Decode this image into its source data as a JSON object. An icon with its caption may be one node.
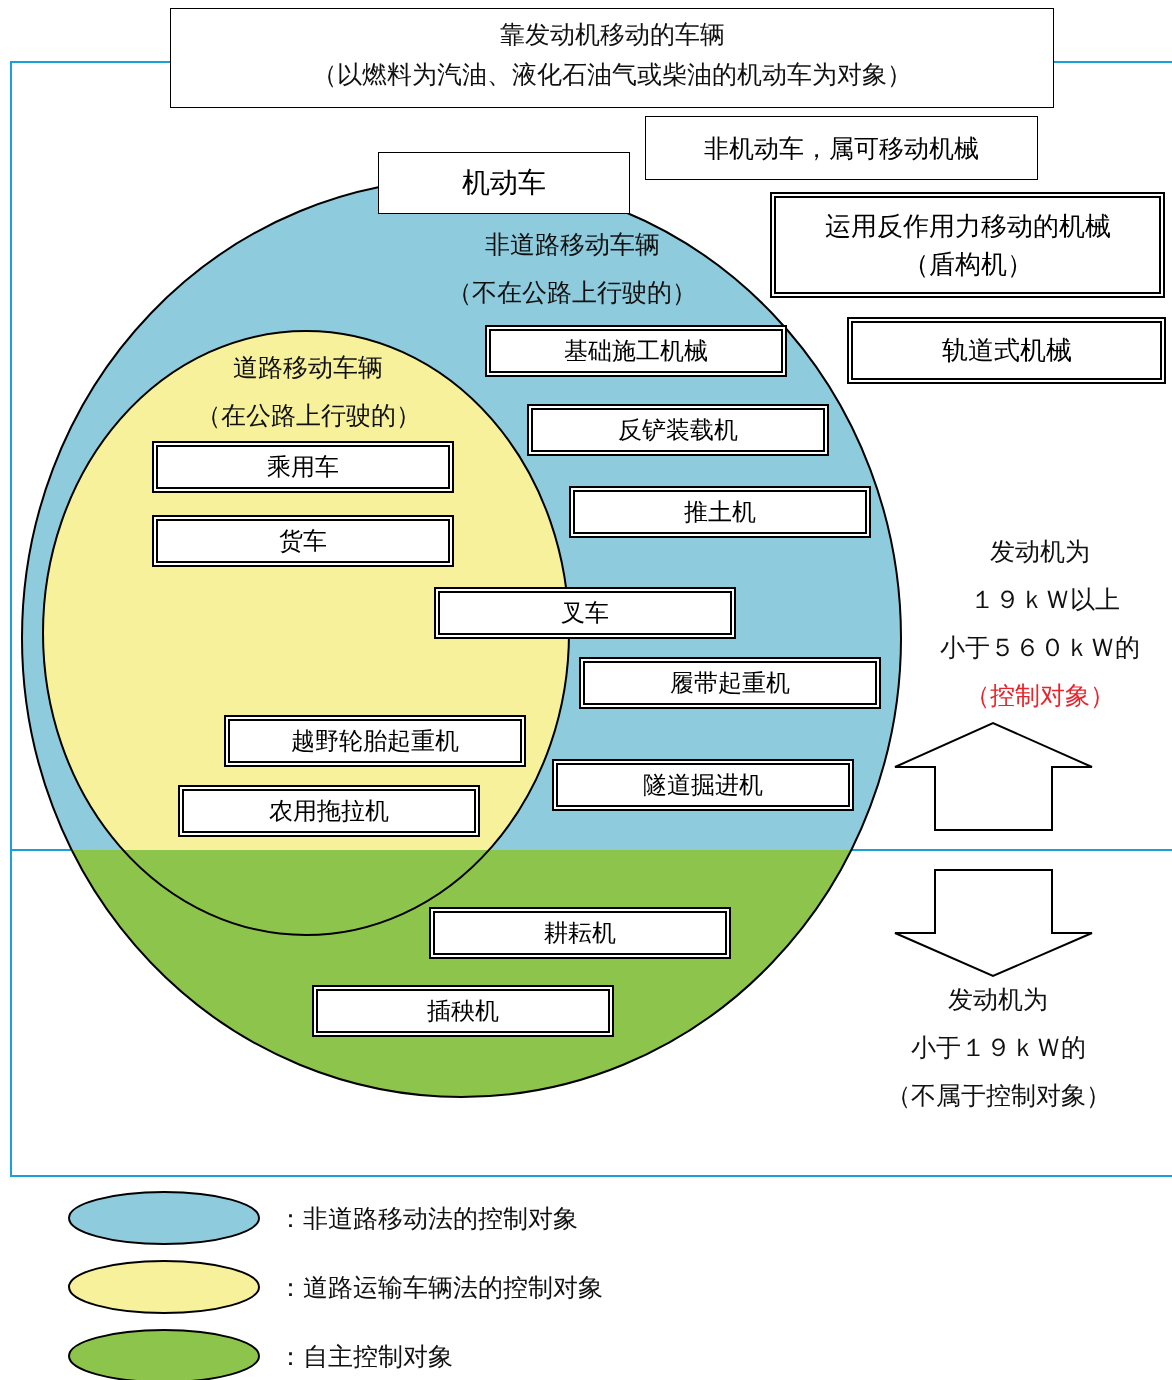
{
  "diagram": {
    "nodes": [
      {
        "text": [
          "靠发动机移动的车辆",
          "（以燃料为汽油、液化石油气或柴油的机动车为对象）"
        ]
      },
      {
        "text": [
          "非机动车，属可移动机械"
        ],
        "in": 0
      },
      {
        "text": [
          "运用反作用力移动的机械",
          "（盾构机）"
        ],
        "in": 0
      },
      {
        "text": [
          "轨道式机械"
        ],
        "in": 0
      },
      {
        "text": [
          "机动车",
          "非道路移动车辆",
          "（不在公路上行驶的）"
        ],
        "in": 0
      },
      {
        "text": [
          "基础施工机械"
        ],
        "in": 4
      },
      {
        "text": [
          "道路移动车辆",
          "（在公路上行驶的）"
        ],
        "in": 4
      },
      {
        "text": [
          "反铲装载机"
        ],
        "in": 4
      },
      {
        "text": [
          "乘用车"
        ],
        "in": 6
      },
      {
        "text": [
          "推土机"
        ],
        "in": 4
      },
      {
        "text": [
          "货车"
        ],
        "in": 6
      },
      {
        "text": [
          "叉车"
        ],
        "in": 4
      },
      {
        "text": [
          "履带起重机"
        ],
        "in": 4
      },
      {
        "text": [
          "越野轮胎起重机"
        ],
        "in": 6
      },
      {
        "text": [
          "隧道掘进机"
        ],
        "in": 4
      },
      {
        "text": [
          "农用拖拉机"
        ],
        "in": 6
      },
      {
        "text": [
          "耕耘机"
        ],
        "in": 4
      },
      {
        "text": [
          "插秧机"
        ],
        "in": 4
      }
    ],
    "edges": [],
    "labels": [
      "发动机为",
      "１９ｋＷ以上",
      "小于５６０ｋＷ的",
      "（控制对象）",
      "发动机为",
      "小于１９ｋＷ的",
      "（不属于控制对象）"
    ],
    "legend": [
      {
        "text": "：非道路移动法的控制对象",
        "color": "#8ecbdc"
      },
      {
        "text": "：道路运输车辆法的控制对象",
        "color": "#f7f19b"
      },
      {
        "text": "：自主控制对象",
        "color": "#8dc44b"
      }
    ]
  }
}
